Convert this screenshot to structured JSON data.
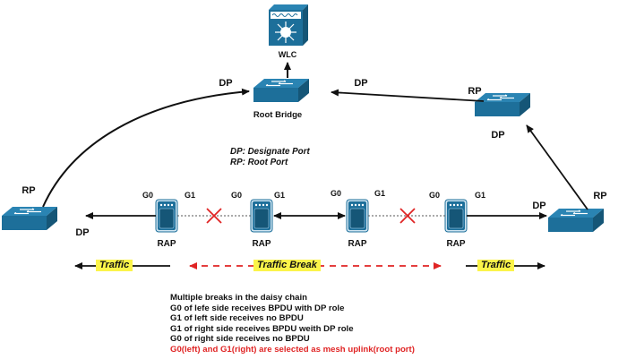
{
  "colors": {
    "device_blue": "#1d6f9a",
    "device_dark": "#155677",
    "device_top": "#2a84b3",
    "break_red": "#e02424",
    "traffic_bg": "#fbf44a",
    "line": "#111111"
  },
  "devices": {
    "wlc": {
      "label": "WLC",
      "icon": "wlc-icon"
    },
    "root_bridge": {
      "label": "Root Bridge",
      "icon": "switch-icon"
    },
    "left_switch": {
      "icon": "switch-icon"
    },
    "right_upper_switch": {
      "icon": "switch-icon"
    },
    "right_lower_switch": {
      "icon": "switch-icon"
    },
    "raps": [
      {
        "label": "RAP",
        "port_left": "G0",
        "port_right": "G1"
      },
      {
        "label": "RAP",
        "port_left": "G0",
        "port_right": "G1"
      },
      {
        "label": "RAP",
        "port_left": "G0",
        "port_right": "G1"
      },
      {
        "label": "RAP",
        "port_left": "G0",
        "port_right": "G1"
      }
    ]
  },
  "port_labels": {
    "root_left": "DP",
    "root_right": "DP",
    "upper_right_rp": "RP",
    "upper_right_dp": "DP",
    "left_rp": "RP",
    "left_dp": "DP",
    "right_lower_dp": "DP",
    "right_lower_rp": "RP"
  },
  "legend": {
    "dp": "DP: Designate Port",
    "rp": "RP: Root Port"
  },
  "traffic": {
    "left": "Traffic",
    "middle": "Traffic Break",
    "right": "Traffic"
  },
  "notes": [
    "Multiple breaks in the daisy chain",
    "G0 of lefe side receives BPDU with DP role",
    "G1 of left side receives no BPDU",
    "G1 of right side receives BPDU weith DP role",
    "G0 of right side receives no BPDU"
  ],
  "highlight_note": "G0(left) and G1(right) are selected as mesh uplink(root port)"
}
